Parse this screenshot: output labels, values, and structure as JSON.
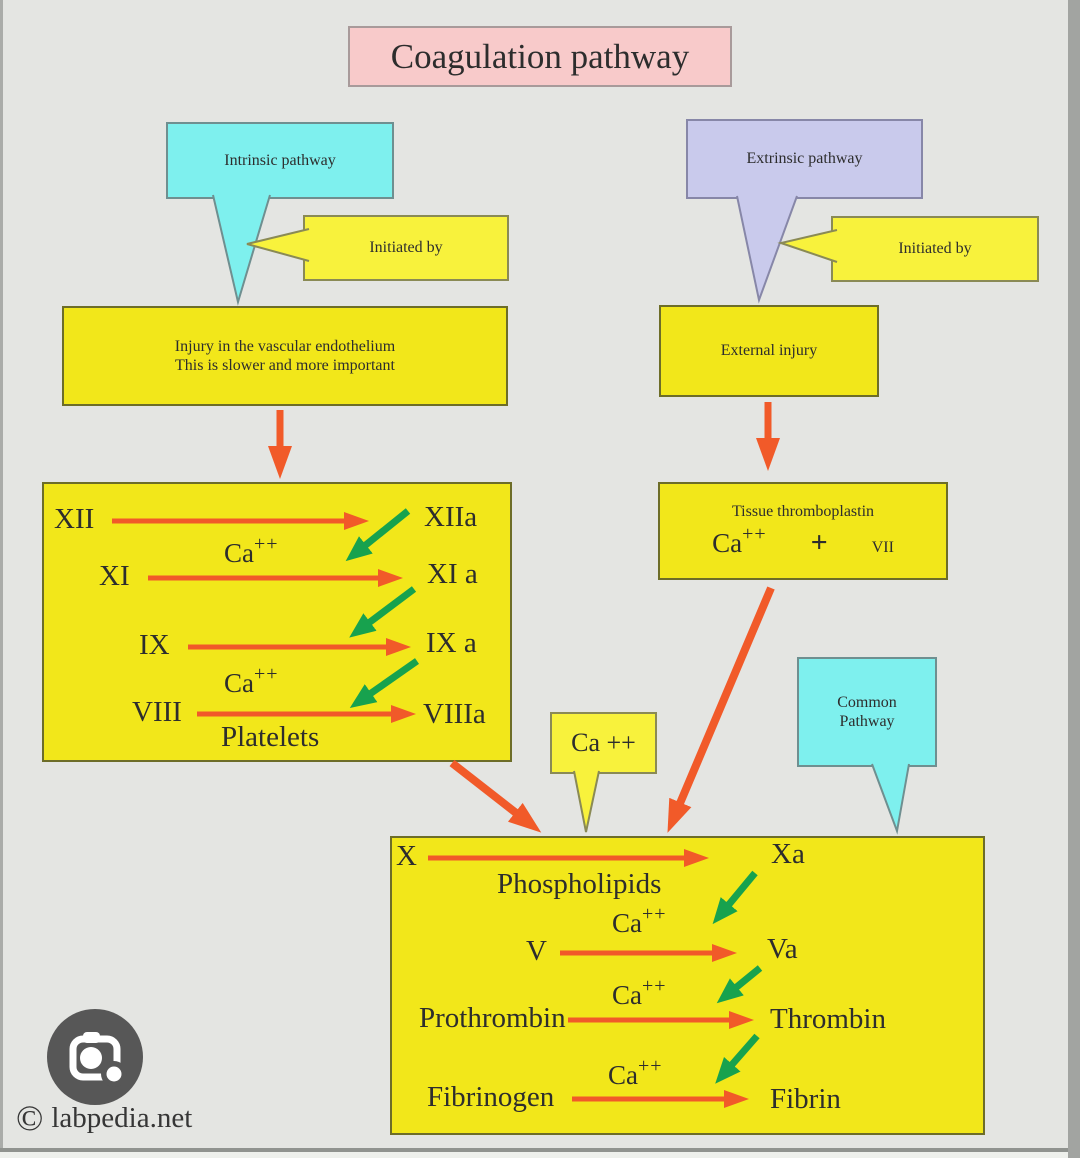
{
  "page": {
    "title": "Coagulation pathway"
  },
  "callouts": {
    "intrinsic": "Intrinsic pathway",
    "extrinsic": "Extrinsic pathway",
    "initiated_left": "Initiated by",
    "initiated_right": "Initiated by",
    "ca_mid": "Ca ++",
    "common_line1": "Common",
    "common_line2": "Pathway"
  },
  "nodes": {
    "injury_line1": "Injury in the vascular endothelium",
    "injury_line2": "This is slower and more important",
    "external_injury": "External injury",
    "tissue_title": "Tissue thromboplastin",
    "tissue_ca": "Ca",
    "tissue_ca_sup": "++",
    "tissue_plus": "+",
    "tissue_vii": "VII"
  },
  "intrinsic_cascade": {
    "rows": [
      {
        "from": "XII",
        "to": "XIIa"
      },
      {
        "from": "XI",
        "to": "XI a"
      },
      {
        "from": "IX",
        "to": "IX a"
      },
      {
        "from": "VIII",
        "to": "VIIIa"
      }
    ],
    "cofactor": "Ca",
    "cofactor_sup": "++",
    "platelets": "Platelets"
  },
  "common_cascade": {
    "rows": [
      {
        "from": "X",
        "to": "Xa"
      },
      {
        "from": "V",
        "to": "Va"
      },
      {
        "from": "Prothrombin",
        "to": "Thrombin"
      },
      {
        "from": "Fibrinogen",
        "to": "Fibrin"
      }
    ],
    "phospholipids": "Phospholipids",
    "cofactor": "Ca",
    "cofactor_sup": "++"
  },
  "footer": {
    "copyright_symbol": "©",
    "copyright_text": "labpedia.net"
  },
  "colors": {
    "yellow_box": "#f2e71a",
    "yellow_callout": "#f8f23c",
    "cyan": "#7ef0ee",
    "lavender": "#c9caec",
    "pink": "#f8caca",
    "orange_arrow": "#f15a29",
    "green_arrow": "#17a24e",
    "background": "#e4e5e2"
  }
}
